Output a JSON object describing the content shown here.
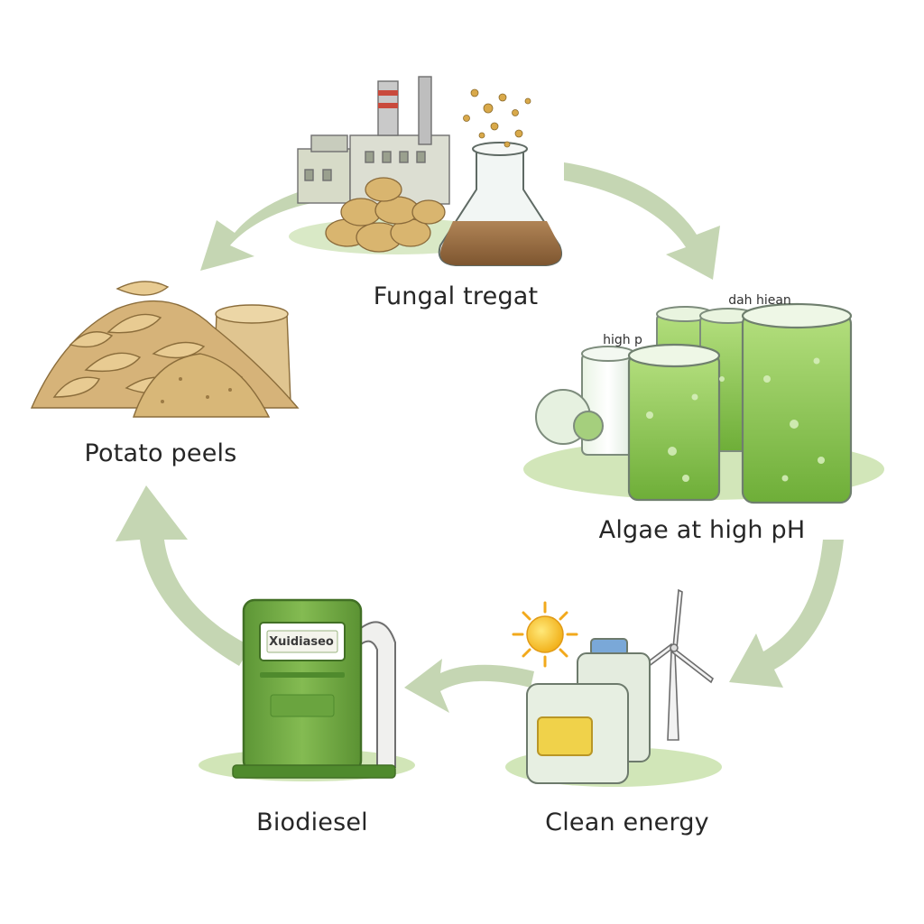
{
  "diagram": {
    "steps": [
      {
        "id": "fungal",
        "label": "Fungal tregat",
        "icon": "factory-flask-icon"
      },
      {
        "id": "algae",
        "label": "Algae at high pH",
        "icon": "algae-tanks-icon"
      },
      {
        "id": "clean",
        "label": "Clean energy",
        "icon": "battery-wind-icon"
      },
      {
        "id": "biodiesel",
        "label": "Biodiesel",
        "icon": "fuel-pump-icon"
      },
      {
        "id": "peels",
        "label": "Potato peels",
        "icon": "potato-peels-icon"
      }
    ],
    "tank_labels": {
      "left": "high p",
      "right": "dah hiean"
    },
    "pump_sign": "Xuidiaseo",
    "colors": {
      "arrow": "#b8cda3",
      "algae": "#8cc64f",
      "pump": "#6ea43f",
      "potato": "#d8b57c",
      "broth": "#9b7144"
    }
  }
}
